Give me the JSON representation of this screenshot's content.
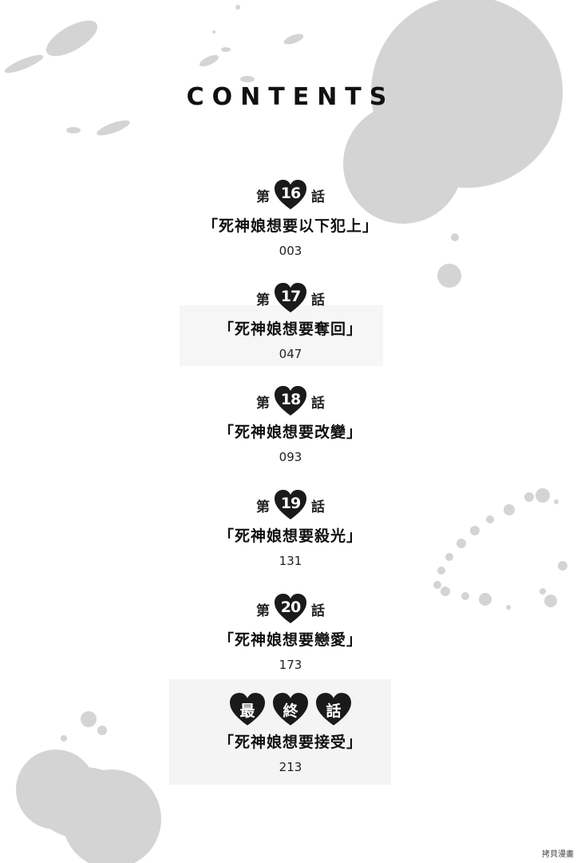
{
  "header": {
    "title": "CONTENTS"
  },
  "labels": {
    "prefix": "第",
    "suffix": "話"
  },
  "chapters": [
    {
      "number": "16",
      "title": "「死神娘想要以下犯上」",
      "page": "003"
    },
    {
      "number": "17",
      "title": "「死神娘想要奪回」",
      "page": "047"
    },
    {
      "number": "18",
      "title": "「死神娘想要改變」",
      "page": "093"
    },
    {
      "number": "19",
      "title": "「死神娘想要殺光」",
      "page": "131"
    },
    {
      "number": "20",
      "title": "「死神娘想要戀愛」",
      "page": "173"
    }
  ],
  "final_chapter": {
    "chars": [
      "最",
      "終",
      "話"
    ],
    "title": "「死神娘想要接受」",
    "page": "213"
  },
  "watermark": "拷貝漫畫",
  "colors": {
    "ink": "#111111",
    "blob": "#d2d2d2",
    "heart": "#1a1a1a"
  }
}
